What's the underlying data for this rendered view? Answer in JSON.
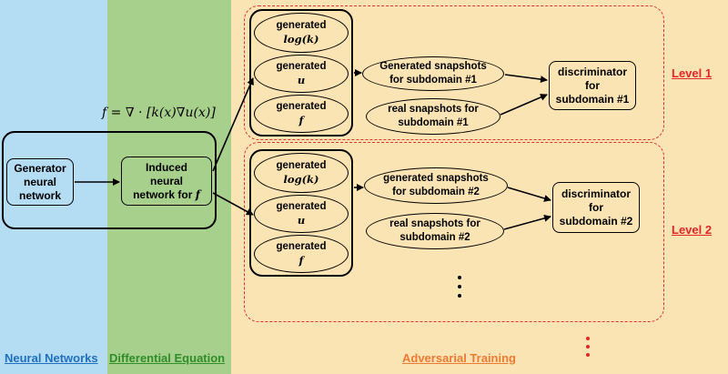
{
  "panels": {
    "neural_networks": {
      "label": "Neural Networks",
      "bg": "#b4dcf3",
      "text_color": "#1f6fc1"
    },
    "differential_equation": {
      "label": "Differential Equation",
      "bg": "#a7d08d",
      "text_color": "#2f8d2a"
    },
    "adversarial_training": {
      "label": "Adversarial Training",
      "bg": "#fbe4b4",
      "text_color": "#ec7a33"
    }
  },
  "equation": "f = ∇ · [k(x)∇u(x)]",
  "generator": {
    "line1": "Generator",
    "line2": "neural",
    "line3": "network"
  },
  "induced": {
    "line1": "Induced",
    "line2": "neural",
    "line3": "network for ",
    "var": "f"
  },
  "levels": [
    {
      "label": "Level 1",
      "generated": [
        {
          "word": "generated",
          "var": "log(k)"
        },
        {
          "word": "generated",
          "var": "u"
        },
        {
          "word": "generated",
          "var": "f"
        }
      ],
      "snap_generated": {
        "line1": "Generated snapshots",
        "line2": "for subdomain #1"
      },
      "snap_real": {
        "line1": "real snapshots for",
        "line2": "subdomain #1"
      },
      "discriminator": {
        "line1": "discriminator",
        "line2": "for",
        "line3": "subdomain #1"
      }
    },
    {
      "label": "Level 2",
      "generated": [
        {
          "word": "generated",
          "var": "log(k)"
        },
        {
          "word": "generated",
          "var": "u"
        },
        {
          "word": "generated",
          "var": "f"
        }
      ],
      "snap_generated": {
        "line1": "generated snapshots",
        "line2": "for subdomain #2"
      },
      "snap_real": {
        "line1": "real snapshots for",
        "line2": "subdomain #2"
      },
      "discriminator": {
        "line1": "discriminator",
        "line2": "for",
        "line3": "subdomain #2"
      }
    }
  ],
  "colors": {
    "accent_red": "#e32626",
    "ink": "#000000"
  }
}
